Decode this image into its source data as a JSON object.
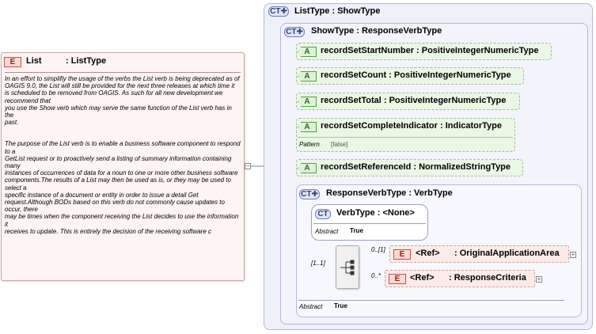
{
  "list_element": {
    "tag": "E",
    "name": "List",
    "type": ": ListType",
    "documentation": [
      "In an effort to simplifiy the usage of the verbs the List verb is being deprecated as of\nOAGIS 9.0, the List will still be provided for the next three releases at which time it\nis scheduled to be removed from OAGIS. As such for all new development we recommend that\nyou use the Show verb which may serve the same function of the List verb has in the\npast.",
      "The purpose of the List verb is to enable a business software component to respond to a\nGetList request or to proactively send a listing of summary information containing many\ninstances of occurrences of data for a noun to one or more other business software\ncomponents.The results of a List may then be used as is, or they may be used to select a\nspecific instance of a document or entity in order to issue a detail Get request.Although BODs based on this verb do not commonly cause updates to occur, there\nmay be times when the component receiving the List decides to use the information it\nreceives to update. This is entirely the decision of the receiving software c"
    ]
  },
  "list_type": {
    "tag": "CT",
    "title": "ListType : ShowType"
  },
  "show_type": {
    "tag": "CT",
    "title": "ShowType : ResponseVerbType"
  },
  "attributes": [
    {
      "tag": "A",
      "label": "recordSetStartNumber : PositiveIntegerNumericType"
    },
    {
      "tag": "A",
      "label": "recordSetCount : PositiveIntegerNumericType"
    },
    {
      "tag": "A",
      "label": "recordSetTotal : PositiveIntegerNumericType"
    },
    {
      "tag": "A",
      "label": "recordSetCompleteIndicator : IndicatorType",
      "facet_key": "Pattern",
      "facet_value": "[false]"
    },
    {
      "tag": "A",
      "label": "recordSetReferenceId : NormalizedStringType"
    }
  ],
  "response_verb_type": {
    "tag": "CT",
    "title": "ResponseVerbType : VerbType",
    "abstract_key": "Abstract",
    "abstract_value": "True"
  },
  "verb_type": {
    "tag": "CT",
    "title": "VerbType : <None>",
    "abstract_key": "Abstract",
    "abstract_value": "True"
  },
  "sequence": {
    "multiplicity": "[1..1]"
  },
  "refs": [
    {
      "tag": "E",
      "ref": "<Ref>",
      "name": ": OriginalApplicationArea",
      "multiplicity": "0..[1]"
    },
    {
      "tag": "E",
      "ref": "<Ref>",
      "name": ": ResponseCriteria",
      "multiplicity": "0..*"
    }
  ],
  "icons": {
    "expand": "plus-icon",
    "collapse": "minus-icon",
    "sequence": "sequence-icon"
  },
  "colors": {
    "element_bg": "#fbd9d3",
    "complex_type_bg": "#dfe6f6",
    "attribute_bg": "#eaf7e4",
    "line": "#8a8fb0"
  }
}
